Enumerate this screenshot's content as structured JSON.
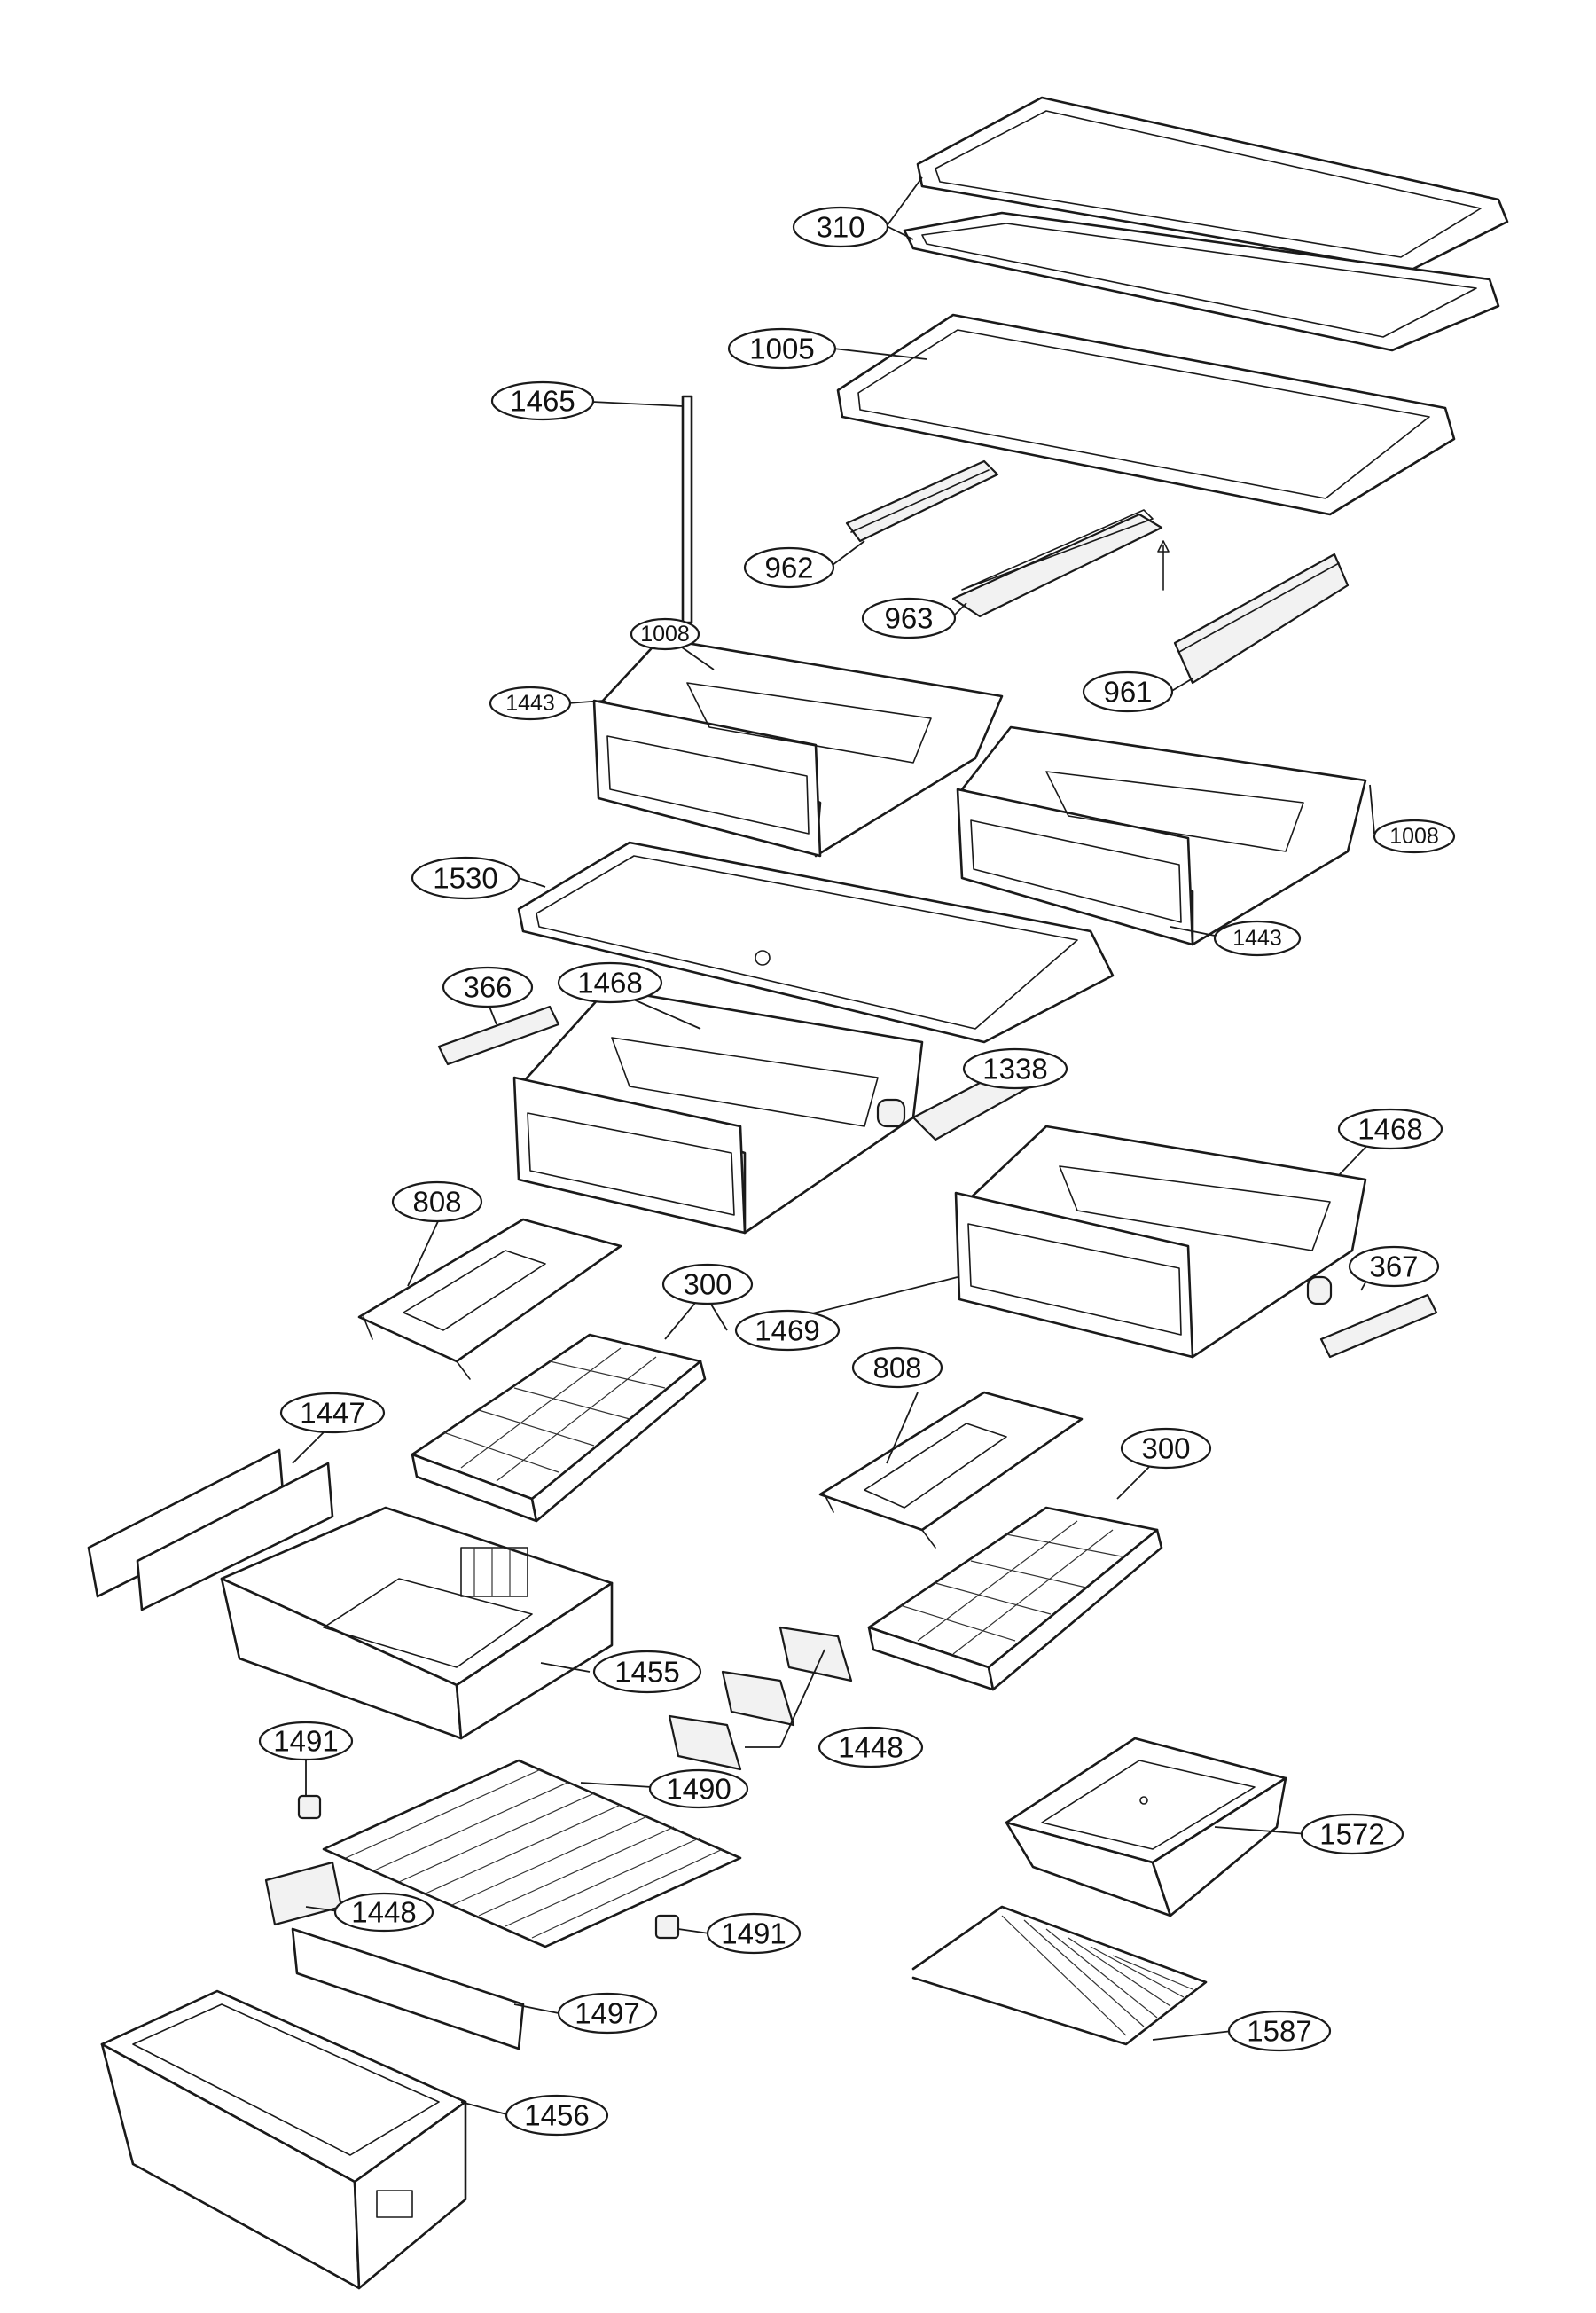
{
  "callouts": {
    "c310": "310",
    "c1005": "1005",
    "c1465": "1465",
    "c962": "962",
    "c963": "963",
    "c1008a": "1008",
    "c961": "961",
    "c1443a": "1443",
    "c1008b": "1008",
    "c1530": "1530",
    "c1443b": "1443",
    "c366": "366",
    "c1468a": "1468",
    "c1338": "1338",
    "c1468b": "1468",
    "c808a": "808",
    "c367": "367",
    "c1469": "1469",
    "c300a": "300",
    "c1447": "1447",
    "c808b": "808",
    "c300b": "300",
    "c1455": "1455",
    "c1448a": "1448",
    "c1491a": "1491",
    "c1490": "1490",
    "c1572": "1572",
    "c1448b": "1448",
    "c1491b": "1491",
    "c1497": "1497",
    "c1587": "1587",
    "c1456": "1456"
  }
}
